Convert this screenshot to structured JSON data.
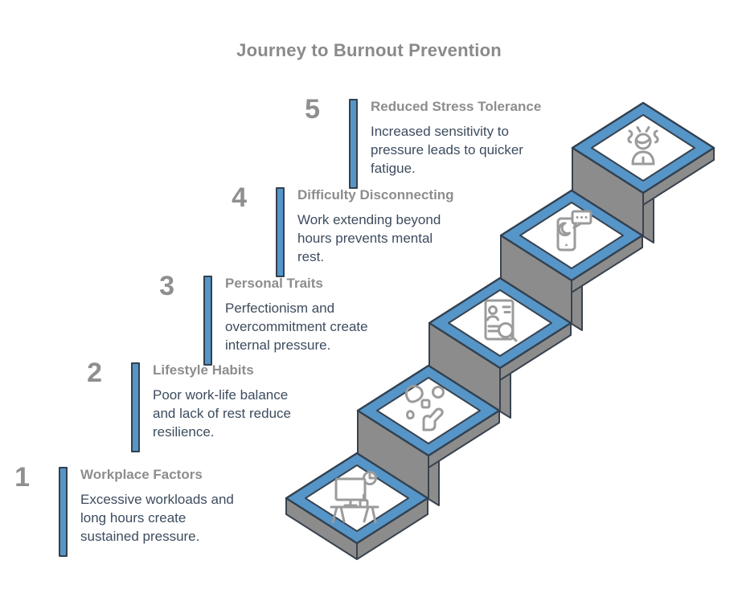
{
  "title": "Journey to Burnout Prevention",
  "colors": {
    "accent_blue": "#5695c8",
    "outline_dark": "#39434f",
    "face_gray": "#8c8c8c",
    "muted_heading_gray": "#8d8d8d",
    "body_text": "#3d4c5e",
    "icon_stroke": "#9b9b9b"
  },
  "steps": [
    {
      "number": "1",
      "title": "Workplace Factors",
      "description": "Excessive workloads and\nlong hours create\nsustained pressure.",
      "icon": "workstation-clock-icon"
    },
    {
      "number": "2",
      "title": "Lifestyle Habits",
      "description": "Poor work-life balance\nand lack of rest reduce\nresilience.",
      "icon": "leisure-person-icon"
    },
    {
      "number": "3",
      "title": "Personal Traits",
      "description": "Perfectionism and\novercommitment create\ninternal pressure.",
      "icon": "profile-search-icon"
    },
    {
      "number": "4",
      "title": "Difficulty Disconnecting",
      "description": "Work extending beyond\nhours prevents mental\nrest.",
      "icon": "phone-night-message-icon"
    },
    {
      "number": "5",
      "title": "Reduced Stress Tolerance",
      "description": "Increased sensitivity to\npressure leads to quicker\nfatigue.",
      "icon": "stressed-person-icon"
    }
  ]
}
